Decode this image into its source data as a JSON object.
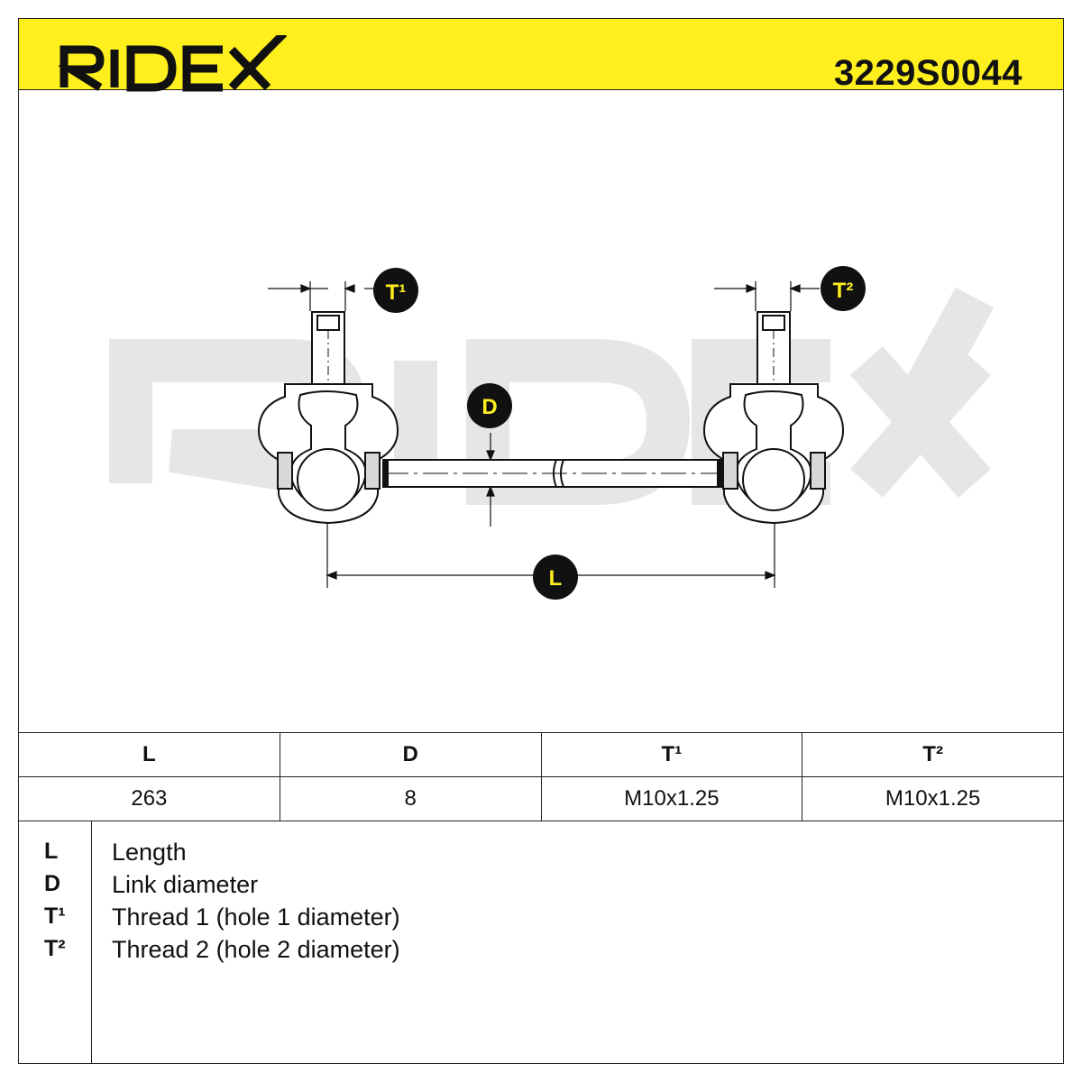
{
  "brand": {
    "name": "RIDEX",
    "part_number": "3229S0044",
    "header_color": "#ffef1f"
  },
  "drawing": {
    "watermark": "RIDEX",
    "labels": {
      "t1": "T¹",
      "t2": "T²",
      "d": "D",
      "l": "L"
    },
    "icons": [
      "ball-joint-left-icon",
      "ball-joint-right-icon",
      "link-rod-icon"
    ]
  },
  "table": {
    "headers": [
      "L",
      "D",
      "T¹",
      "T²"
    ],
    "values": [
      "263",
      "8",
      "M10x1.25",
      "M10x1.25"
    ]
  },
  "legend": [
    {
      "key": "L",
      "text": "Length"
    },
    {
      "key": "D",
      "text": "Link diameter"
    },
    {
      "key": "T¹",
      "text": "Thread 1 (hole 1 diameter)"
    },
    {
      "key": "T²",
      "text": "Thread 2 (hole 2 diameter)"
    }
  ]
}
